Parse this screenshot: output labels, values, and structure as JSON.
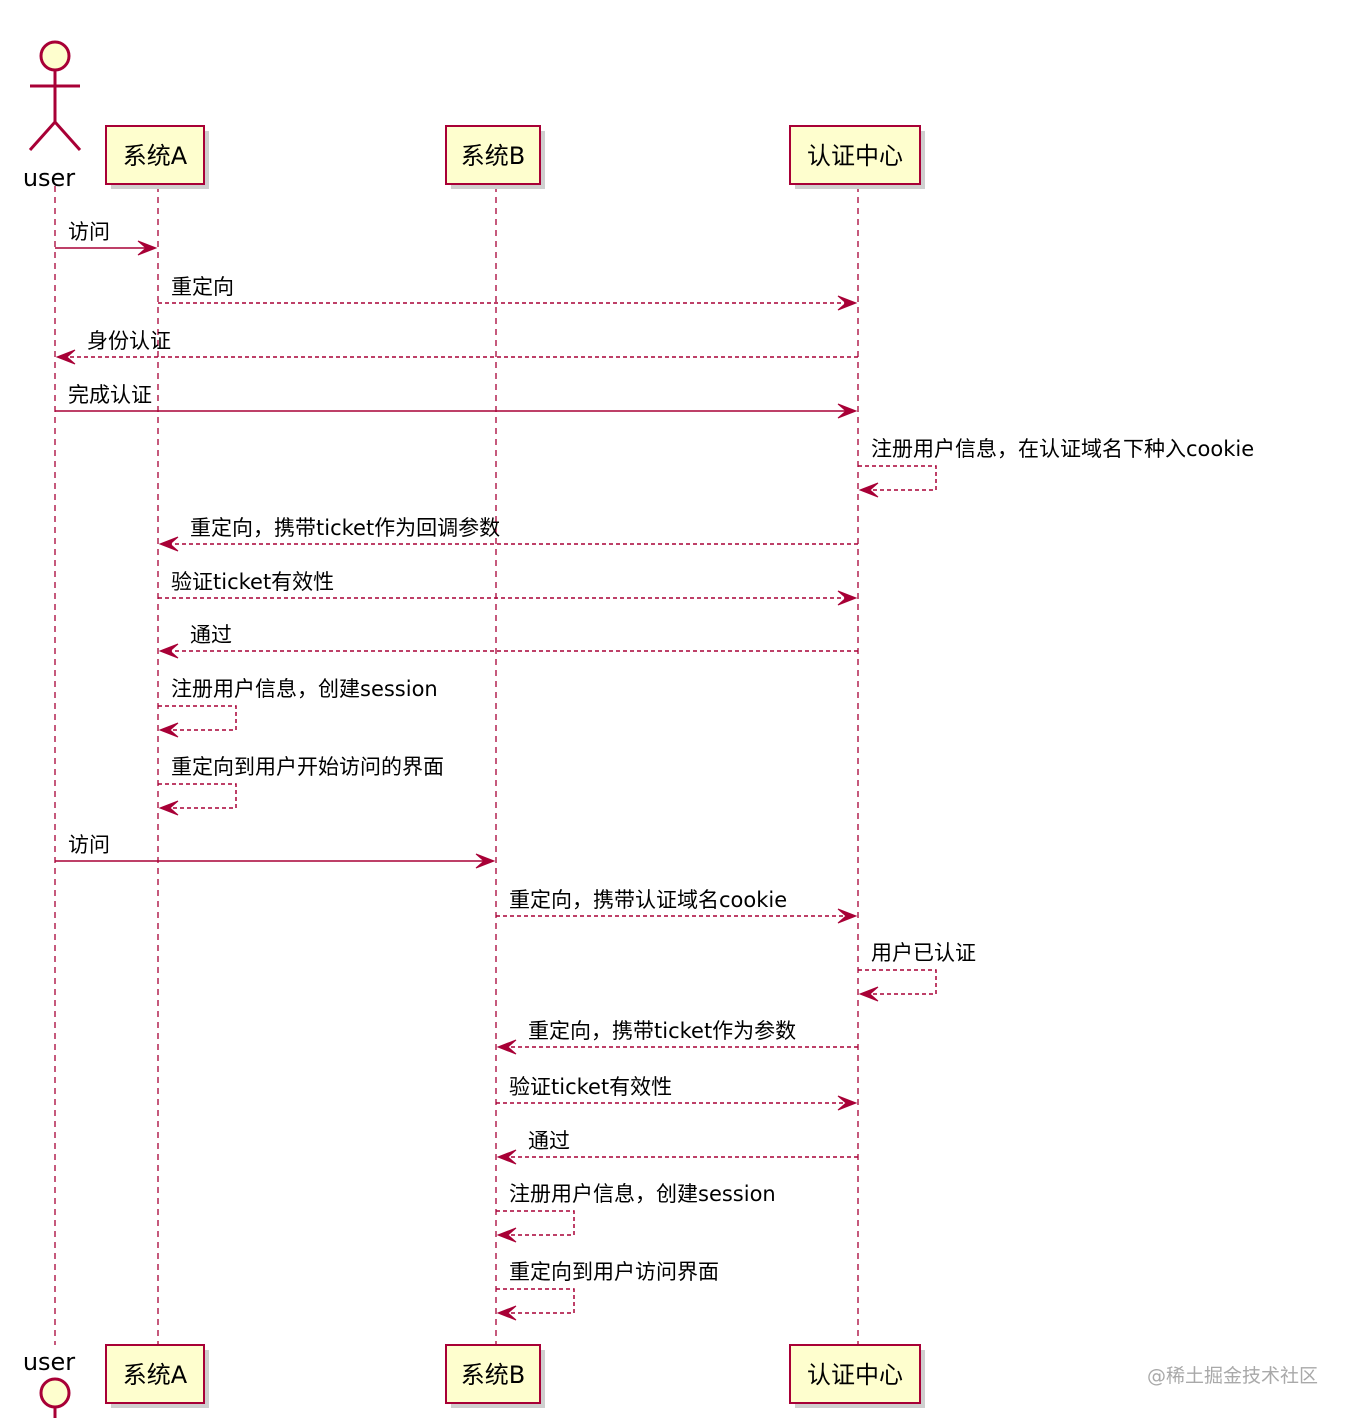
{
  "participants": [
    {
      "id": "user",
      "label": "user",
      "kind": "actor"
    },
    {
      "id": "a",
      "label": "系统A",
      "kind": "box"
    },
    {
      "id": "b",
      "label": "系统B",
      "kind": "box"
    },
    {
      "id": "c",
      "label": "认证中心",
      "kind": "box"
    }
  ],
  "messages": [
    {
      "from": "user",
      "to": "a",
      "label": "访问",
      "style": "solid"
    },
    {
      "from": "a",
      "to": "c",
      "label": "重定向",
      "style": "dashed"
    },
    {
      "from": "c",
      "to": "user",
      "label": "身份认证",
      "style": "dashed"
    },
    {
      "from": "user",
      "to": "c",
      "label": "完成认证",
      "style": "solid"
    },
    {
      "from": "c",
      "to": "c",
      "label": "注册用户信息，在认证域名下种入cookie",
      "style": "dashed"
    },
    {
      "from": "c",
      "to": "a",
      "label": "重定向，携带ticket作为回调参数",
      "style": "dashed"
    },
    {
      "from": "a",
      "to": "c",
      "label": "验证ticket有效性",
      "style": "dashed"
    },
    {
      "from": "c",
      "to": "a",
      "label": "通过",
      "style": "dashed"
    },
    {
      "from": "a",
      "to": "a",
      "label": "注册用户信息，创建session",
      "style": "dashed"
    },
    {
      "from": "a",
      "to": "a",
      "label": "重定向到用户开始访问的界面",
      "style": "dashed"
    },
    {
      "from": "user",
      "to": "b",
      "label": "访问",
      "style": "solid"
    },
    {
      "from": "b",
      "to": "c",
      "label": "重定向，携带认证域名cookie",
      "style": "dashed"
    },
    {
      "from": "c",
      "to": "c",
      "label": "用户已认证",
      "style": "dashed"
    },
    {
      "from": "c",
      "to": "b",
      "label": "重定向，携带ticket作为参数",
      "style": "dashed"
    },
    {
      "from": "b",
      "to": "c",
      "label": "验证ticket有效性",
      "style": "dashed"
    },
    {
      "from": "c",
      "to": "b",
      "label": "通过",
      "style": "dashed"
    },
    {
      "from": "b",
      "to": "b",
      "label": "注册用户信息，创建session",
      "style": "dashed"
    },
    {
      "from": "b",
      "to": "b",
      "label": "重定向到用户访问界面",
      "style": "dashed"
    }
  ],
  "colors": {
    "line": "#a80036",
    "box_fill": "#fefece"
  },
  "watermark": "@稀土掘金技术社区"
}
